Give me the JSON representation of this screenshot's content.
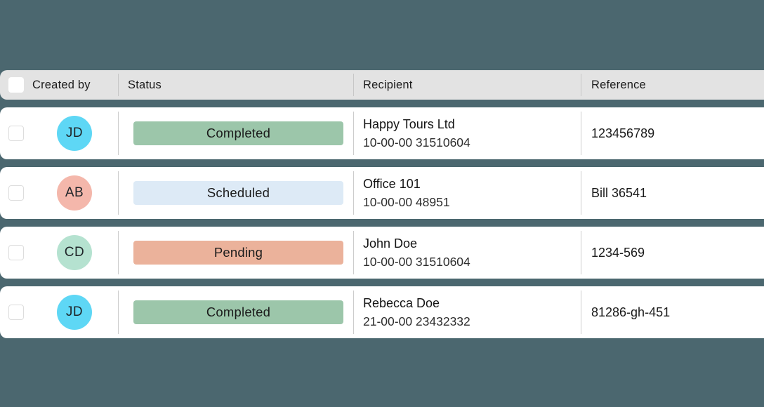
{
  "page": {
    "background_color": "#4b676f"
  },
  "table": {
    "header": {
      "columns": {
        "created_by": "Created by",
        "status": "Status",
        "recipient": "Recipient",
        "reference": "Reference"
      },
      "header_bg": "#e3e3e3"
    },
    "rows": [
      {
        "checked": false,
        "avatar": {
          "initials": "JD",
          "color": "#5ed7f5"
        },
        "status": {
          "label": "Completed",
          "color": "#9cc6aa"
        },
        "recipient": {
          "name": "Happy Tours Ltd",
          "account": "10-00-00 31510604"
        },
        "reference": "123456789"
      },
      {
        "checked": false,
        "avatar": {
          "initials": "AB",
          "color": "#f4b7ab"
        },
        "status": {
          "label": "Scheduled",
          "color": "#ddeaf6"
        },
        "recipient": {
          "name": "Office 101",
          "account": "10-00-00 48951"
        },
        "reference": "Bill 36541"
      },
      {
        "checked": false,
        "avatar": {
          "initials": "CD",
          "color": "#b5e2d0"
        },
        "status": {
          "label": "Pending",
          "color": "#ebb29b"
        },
        "recipient": {
          "name": "John Doe",
          "account": "10-00-00 31510604"
        },
        "reference": "1234-569"
      },
      {
        "checked": false,
        "avatar": {
          "initials": "JD",
          "color": "#5ed7f5"
        },
        "status": {
          "label": "Completed",
          "color": "#9cc6aa"
        },
        "recipient": {
          "name": "Rebecca Doe",
          "account": "21-00-00 23432332"
        },
        "reference": "81286-gh-451"
      }
    ]
  }
}
